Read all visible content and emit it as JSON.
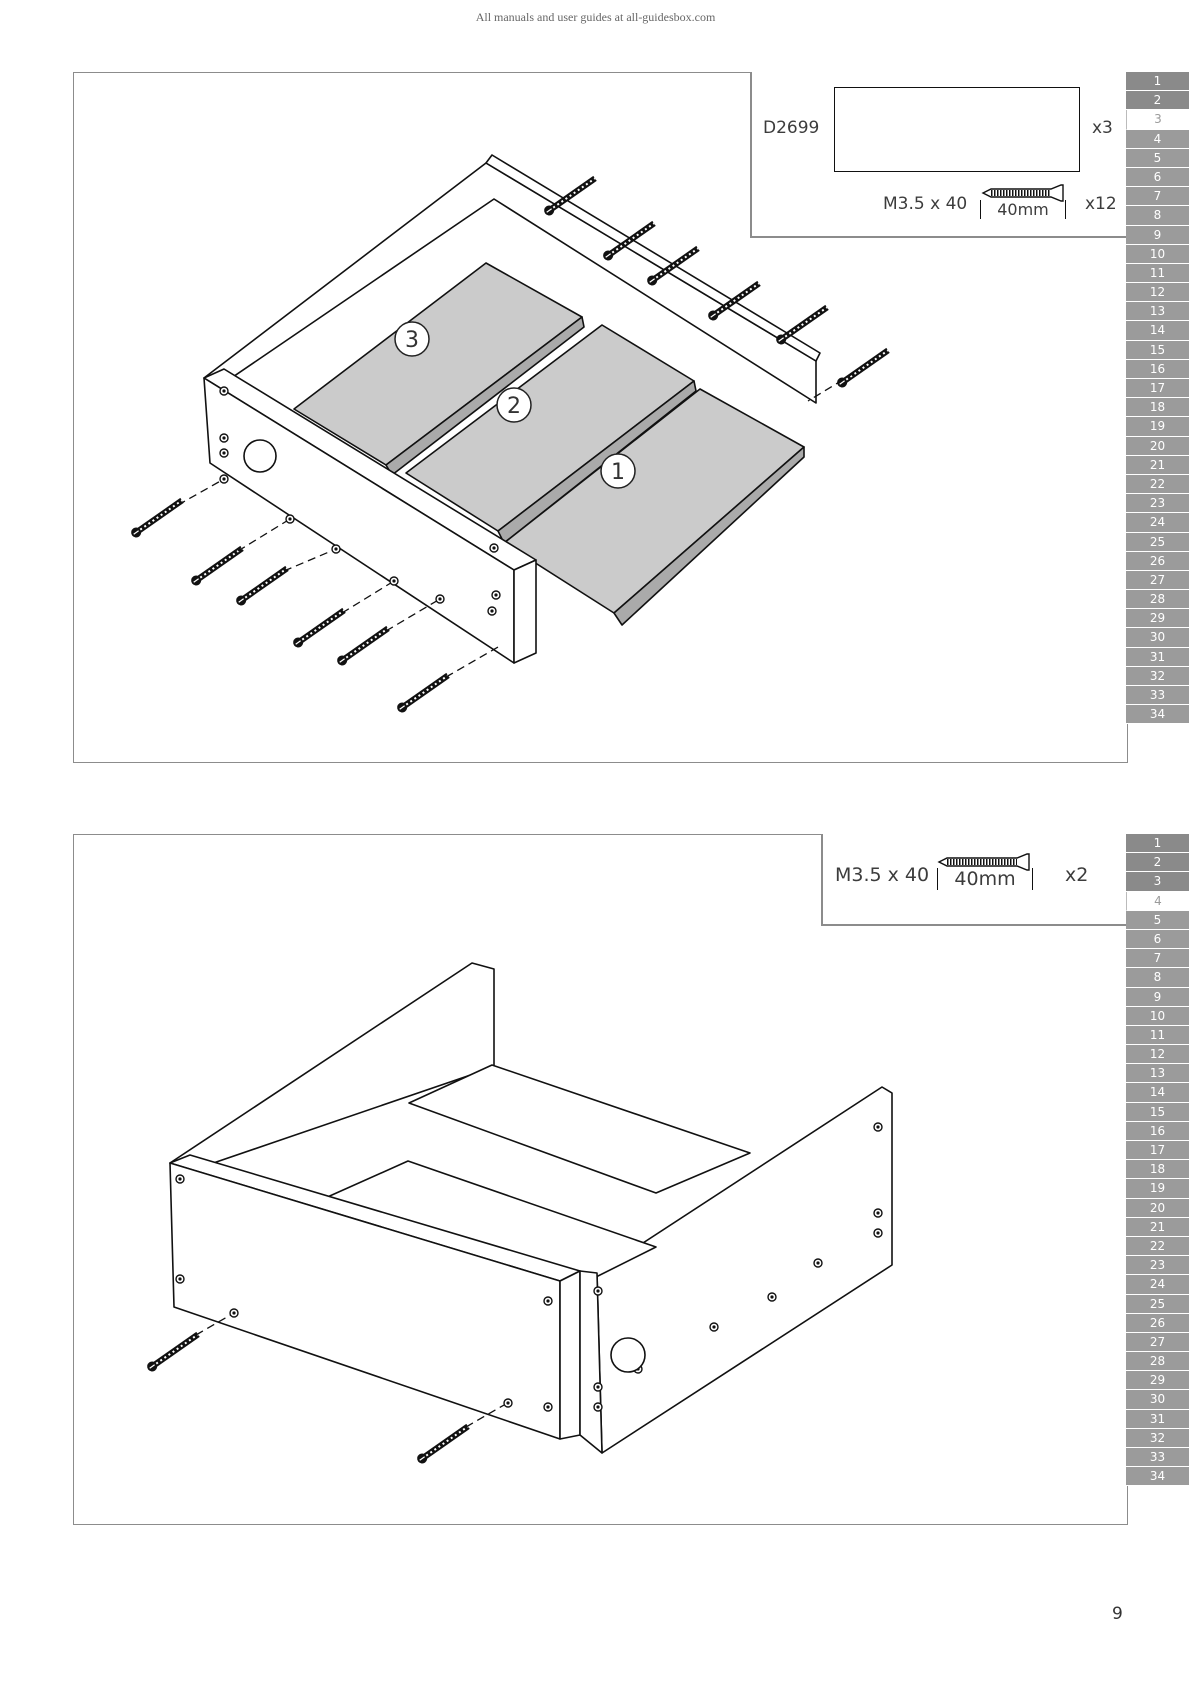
{
  "watermark": "All manuals and user guides at all-guidesbox.com",
  "page_number": "9",
  "steps_nav": [
    "1",
    "2",
    "3",
    "4",
    "5",
    "6",
    "7",
    "8",
    "9",
    "10",
    "11",
    "12",
    "13",
    "14",
    "15",
    "16",
    "17",
    "18",
    "19",
    "20",
    "21",
    "22",
    "23",
    "24",
    "25",
    "26",
    "27",
    "28",
    "29",
    "30",
    "31",
    "32",
    "33",
    "34"
  ],
  "step_a": {
    "current_step": "3",
    "panel": {
      "code": "D2699",
      "panel_qty": "x3"
    },
    "screw": {
      "label": "M3.5 x 40",
      "length": "40mm",
      "qty": "x12"
    },
    "callouts": [
      "3",
      "2",
      "1"
    ]
  },
  "step_b": {
    "current_step": "4",
    "screw": {
      "label": "M3.5 x 40",
      "length": "40mm",
      "qty": "x2"
    }
  }
}
